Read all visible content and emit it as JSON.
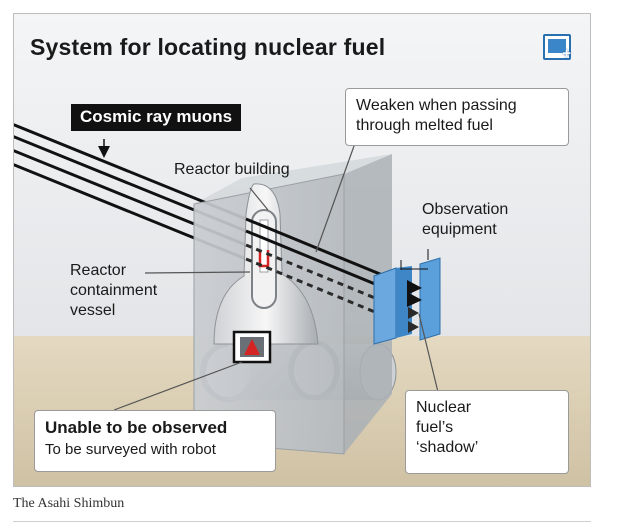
{
  "figure": {
    "title": "System for locating nuclear fuel",
    "expand_icon": "expand-plus-icon",
    "labels": {
      "cosmic_ray_muons": "Cosmic ray muons",
      "weaken_line1": "Weaken when passing",
      "weaken_line2": "through melted fuel",
      "reactor_building": "Reactor building",
      "observation_line1": "Observation",
      "observation_line2": "equipment",
      "containment_line1": "Reactor",
      "containment_line2": "containment",
      "containment_line3": "vessel",
      "unable_title": "Unable to be observed",
      "unable_sub": "To be surveyed with robot",
      "shadow_line1": "Nuclear",
      "shadow_line2": "fuel’s",
      "shadow_line3": "‘shadow’"
    },
    "colors": {
      "sky": "#eef0f2",
      "ground": "#ddd2b8",
      "building": "#bfc4c8",
      "equipment": "#4f97d6",
      "fuel": "#d42424"
    }
  },
  "caption": "The Asahi Shimbun"
}
